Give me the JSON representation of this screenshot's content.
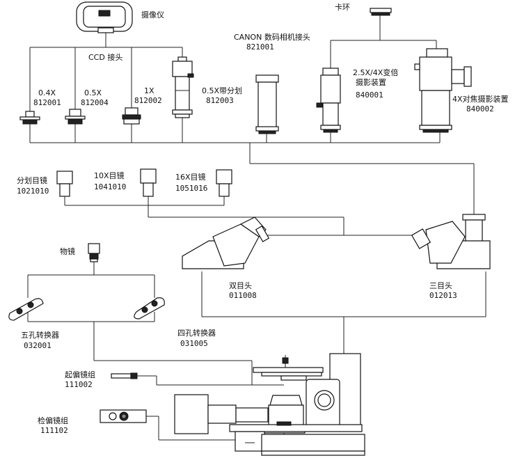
{
  "parts": {
    "camera": {
      "name": "摄像仪"
    },
    "ccd": {
      "name": "CCD 接头"
    },
    "c04": {
      "name": "0.4X",
      "code": "812001"
    },
    "c05": {
      "name": "0.5X",
      "code": "812004"
    },
    "c1": {
      "name": "1X",
      "code": "812002"
    },
    "c05r": {
      "name": "0.5X带分划",
      "code": "812003"
    },
    "canon": {
      "name": "CANON 数码相机接头",
      "code": "821001"
    },
    "kahuan": {
      "name": "卡环"
    },
    "zoom": {
      "name": "2.5X/4X变倍",
      "name2": "摄影装置",
      "code": "840001"
    },
    "focus4x": {
      "name": "4X对焦摄影装置",
      "code": "840002"
    },
    "reticle": {
      "name": "分划目镜",
      "code": "1021010"
    },
    "e10x": {
      "name": "10X目镜",
      "code": "1041010"
    },
    "e16x": {
      "name": "16X目镜",
      "code": "1051016"
    },
    "objective": {
      "name": "物镜"
    },
    "bino": {
      "name": "双目头",
      "code": "011008"
    },
    "trino": {
      "name": "三目头",
      "code": "012013"
    },
    "turret5": {
      "name": "五孔转换器",
      "code": "032001"
    },
    "turret4": {
      "name": "四孔转换器",
      "code": "031005"
    },
    "polarizer": {
      "name": "起偏镜组",
      "code": "111002"
    },
    "analyzer": {
      "name": "检偏镜组",
      "code": "111102"
    }
  }
}
